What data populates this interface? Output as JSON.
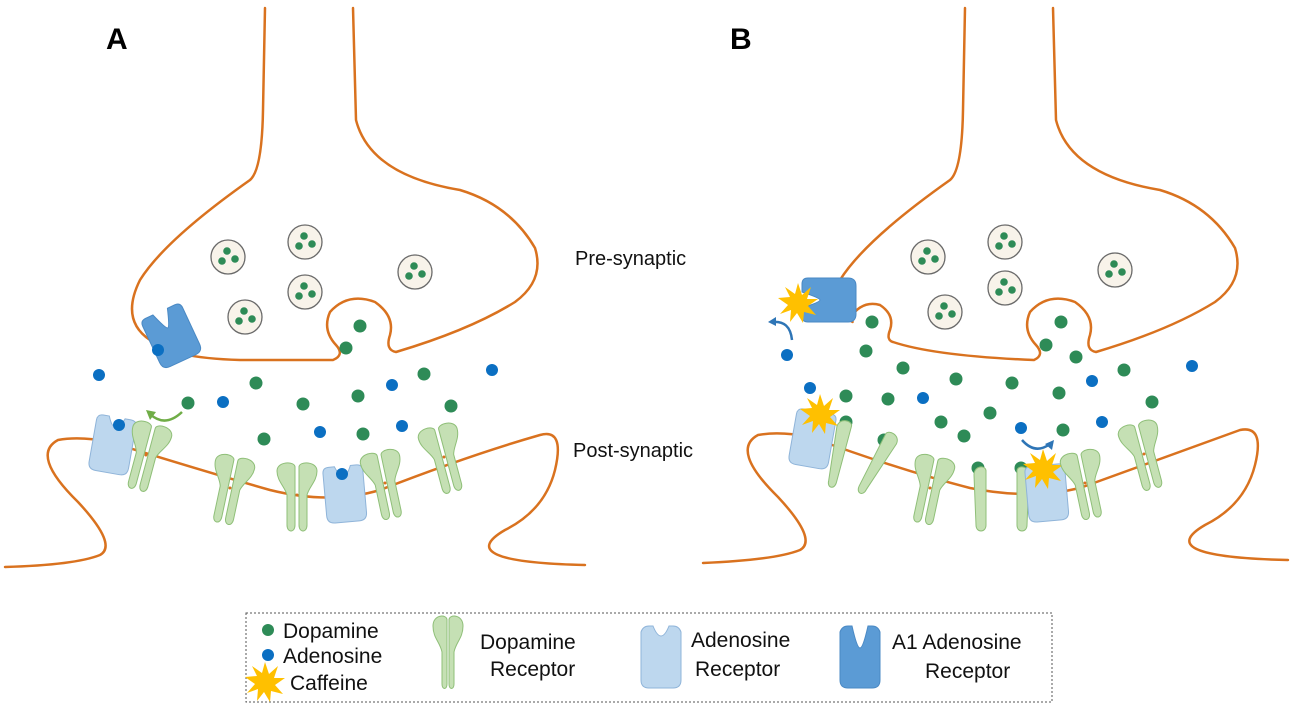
{
  "panels": [
    {
      "id": "A",
      "label": "A"
    },
    {
      "id": "B",
      "label": "B"
    }
  ],
  "regions": {
    "pre": "Pre-synaptic",
    "post": "Post-synaptic"
  },
  "colors": {
    "membrane": "#d9721f",
    "dopamine": "#2e8b57",
    "adenosine": "#0b6fc2",
    "caffeine": "#ffc000",
    "dopamine_receptor": "#c5e0b4",
    "adenosine_receptor": "#bdd7ee",
    "a1_receptor": "#5b9bd5",
    "vesicle": "#f8f3ea"
  },
  "legend": {
    "items": [
      {
        "icon": "dopamine-dot",
        "label": "Dopamine"
      },
      {
        "icon": "adenosine-dot",
        "label": "Adenosine"
      },
      {
        "icon": "caffeine-star",
        "label": "Caffeine"
      },
      {
        "icon": "dopamine-receptor",
        "label_line1": "Dopamine",
        "label_line2": "Receptor"
      },
      {
        "icon": "adenosine-receptor",
        "label_line1": "Adenosine",
        "label_line2": "Receptor"
      },
      {
        "icon": "a1-adenosine-receptor",
        "label_line1": "A1 Adenosine",
        "label_line2": "Receptor"
      }
    ]
  }
}
